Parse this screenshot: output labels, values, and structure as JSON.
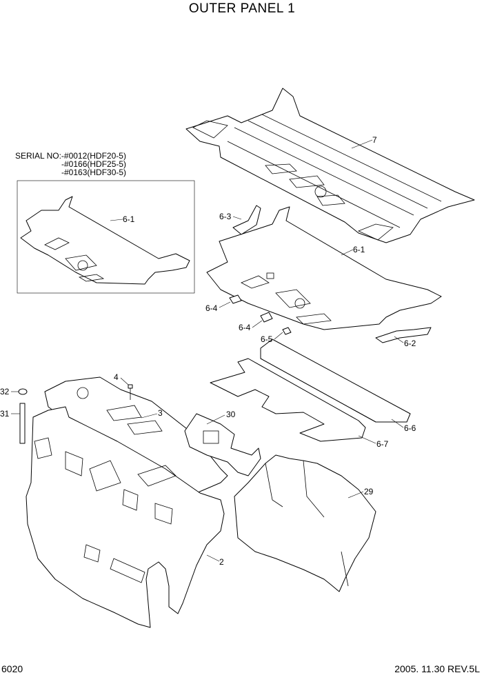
{
  "title": "OUTER PANEL 1",
  "serial": {
    "heading": "SERIAL NO:-#0012(HDF20-5)",
    "line2": "-#0166(HDF25-5)",
    "line3": "-#0163(HDF30-5)"
  },
  "callouts": {
    "c7": "7",
    "c6_1_boxed": "6-1",
    "c6_3": "6-3",
    "c6_1": "6-1",
    "c6_4a": "6-4",
    "c6_4b": "6-4",
    "c6_5": "6-5",
    "c6_2": "6-2",
    "c6_6": "6-6",
    "c6_7": "6-7",
    "c4": "4",
    "c3": "3",
    "c30": "30",
    "c32": "32",
    "c31": "31",
    "c29": "29",
    "c2": "2"
  },
  "footer": {
    "page": "6020",
    "date_rev": "2005. 11.30  REV.5L"
  }
}
